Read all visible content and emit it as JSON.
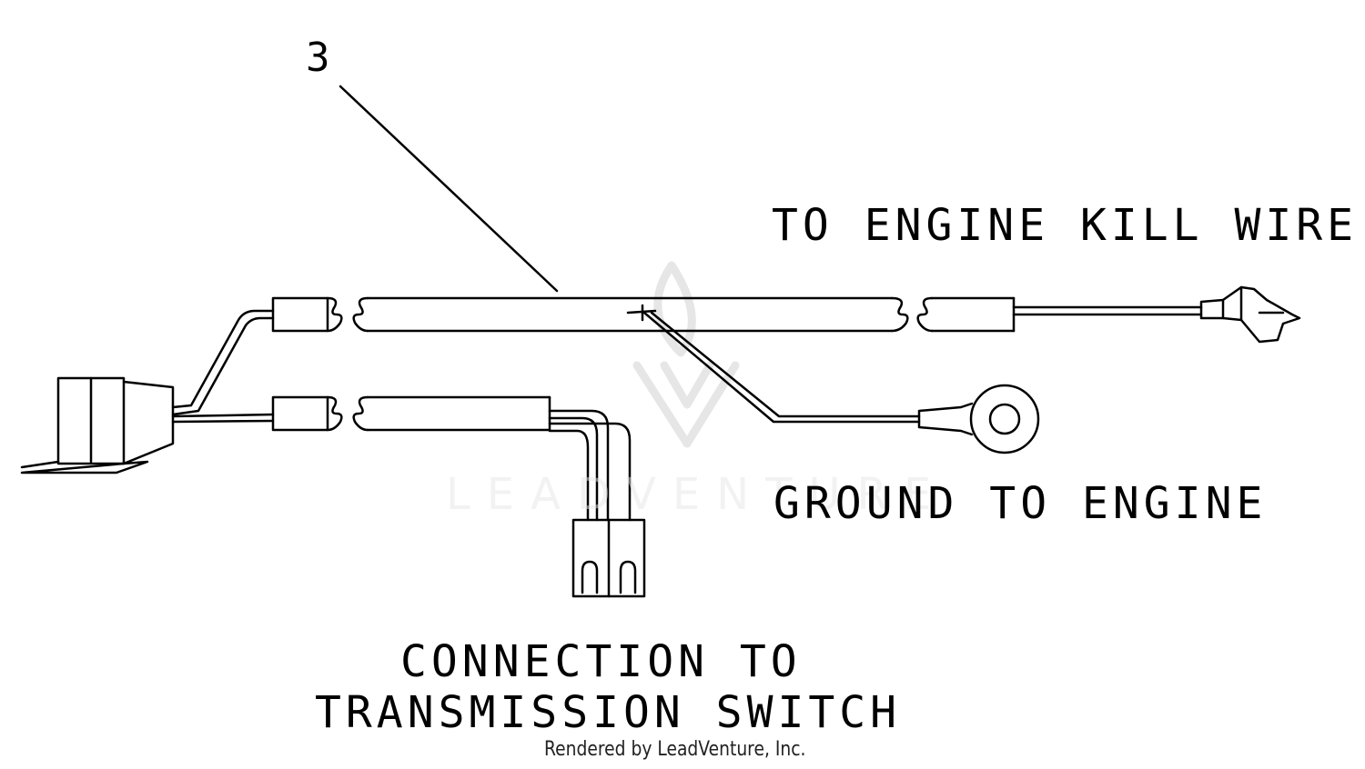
{
  "diagram": {
    "callout_number": "3",
    "labels": {
      "engine_kill_wire": "TO ENGINE KILL WIRE",
      "ground_to_engine": "GROUND TO ENGINE",
      "connection_line1": "CONNECTION TO",
      "connection_line2": "TRANSMISSION SWITCH"
    },
    "watermark": "LEADVENTURE",
    "credit": "Rendered by LeadVenture, Inc."
  },
  "colors": {
    "line": "#000000",
    "watermark": "#e6e6e6",
    "background": "#ffffff"
  }
}
